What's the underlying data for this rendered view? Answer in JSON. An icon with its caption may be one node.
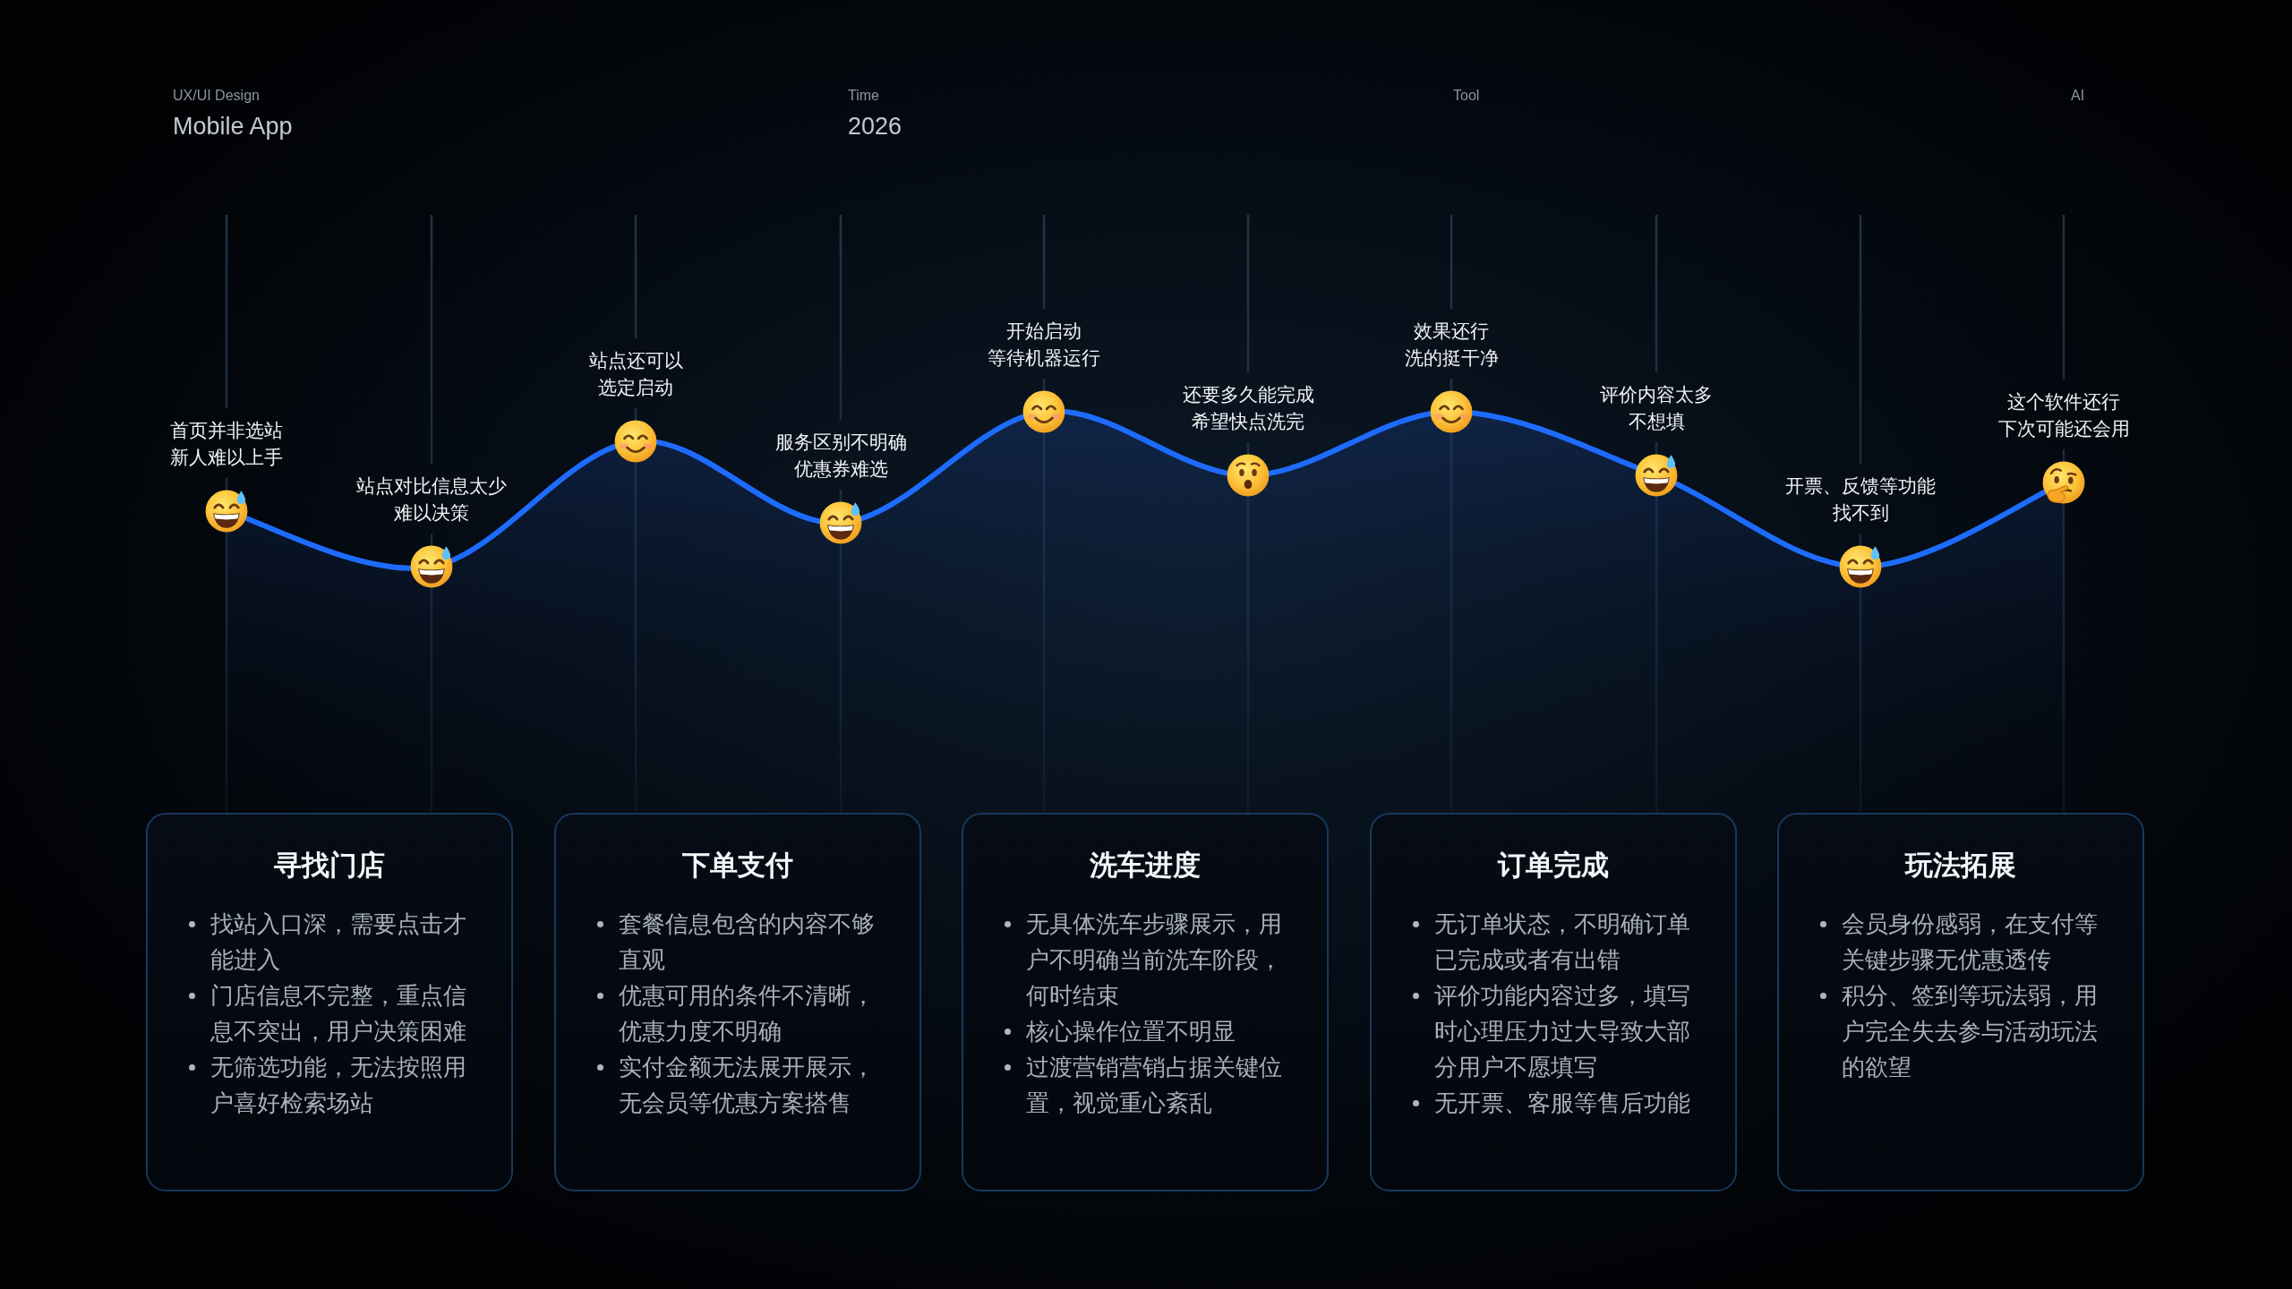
{
  "diagram": {
    "nodes": [
      {
        "text": [],
        "shape": "picture",
        "beside": [
          "首页并非选站",
          "新人难以上手"
        ]
      },
      {
        "text": [],
        "shape": "picture",
        "beside": [
          "站点对比信息太少",
          "难以决策"
        ]
      },
      {
        "text": [],
        "shape": "picture",
        "beside": [
          "站点还可以",
          "选定启动"
        ]
      },
      {
        "text": [],
        "shape": "picture",
        "beside": [
          "服务区别不明确",
          "优惠券难选"
        ]
      },
      {
        "text": [],
        "shape": "picture",
        "beside": [
          "开始启动",
          "等待机器运行"
        ]
      },
      {
        "text": [],
        "shape": "picture",
        "beside": [
          "还要多久能完成",
          "希望快点洗完"
        ]
      },
      {
        "text": [],
        "shape": "picture",
        "beside": [
          "效果还行",
          "洗的挺干净"
        ]
      },
      {
        "text": [],
        "shape": "picture",
        "beside": [
          "评价内容太多",
          "不想填"
        ]
      },
      {
        "text": [],
        "shape": "picture",
        "beside": [
          "开票、反馈等功能",
          "找不到"
        ]
      },
      {
        "text": [],
        "shape": "picture",
        "beside": [
          "这个软件还行",
          "下次可能还会用"
        ]
      },
      {
        "text": [
          "寻找门店",
          "找站入口深，需要点击才能进入",
          "门店信息不完整，重点信息不突出，用户决策困难",
          "无筛选功能，无法按照用户喜好检索场站"
        ]
      },
      {
        "text": [
          "下单支付",
          "套餐信息包含的内容不够直观",
          "优惠可用的条件不清晰，优惠力度不明确",
          "实付金额无法展开展示，无会员等优惠方案搭售"
        ]
      },
      {
        "text": [
          "洗车进度",
          "无具体洗车步骤展示，用户不明确当前洗车阶段，何时结束",
          "核心操作位置不明显",
          "过渡营销营销占据关键位置，视觉重心紊乱"
        ]
      },
      {
        "text": [
          "订单完成",
          "无订单状态，不明确订单已完成或者有出错",
          "评价功能内容过多，填写时心理压力过大导致大部分用户不愿填写",
          "无开票、客服等售后功能"
        ]
      },
      {
        "text": [
          "玩法拓展",
          "会员身份感弱，在支付等关键步骤无优惠透传",
          "积分、签到等玩法弱，用户完全失去参与活动玩法的欲望"
        ]
      }
    ],
    "edges": [
      {
        "from": 0,
        "to": 1,
        "arrow": "none"
      },
      {
        "from": 1,
        "to": 2,
        "arrow": "none"
      },
      {
        "from": 2,
        "to": 3,
        "arrow": "none"
      },
      {
        "from": 3,
        "to": 4,
        "arrow": "none"
      },
      {
        "from": 4,
        "to": 5,
        "arrow": "none"
      },
      {
        "from": 5,
        "to": 6,
        "arrow": "none"
      },
      {
        "from": 6,
        "to": 7,
        "arrow": "none"
      },
      {
        "from": 7,
        "to": 8,
        "arrow": "none"
      },
      {
        "from": 8,
        "to": 9,
        "arrow": "none"
      }
    ],
    "labels": [
      "UX/UI Design",
      "Mobile App",
      "Time",
      "2026",
      "Tool",
      "AI"
    ]
  }
}
